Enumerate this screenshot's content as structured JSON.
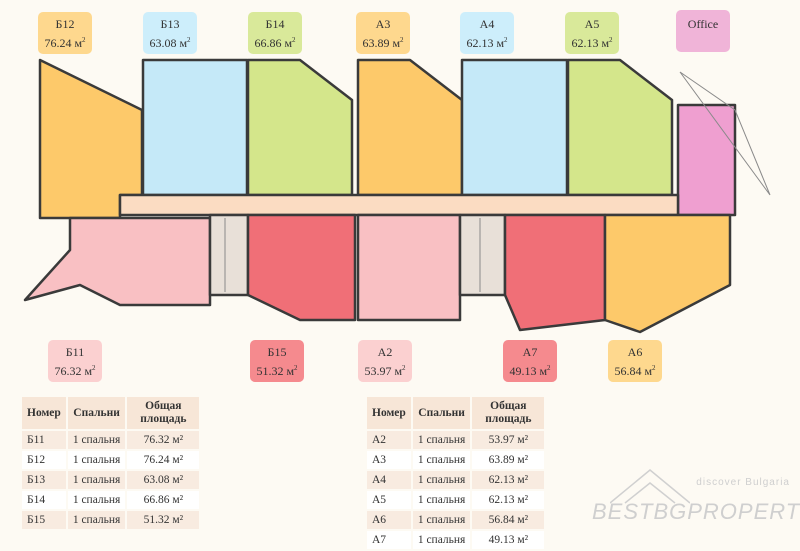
{
  "top_labels": [
    {
      "id": "Б12",
      "area": "76.24 м",
      "color": "#fed88e"
    },
    {
      "id": "Б13",
      "area": "63.08 м",
      "color": "#cdeefb"
    },
    {
      "id": "Б14",
      "area": "66.86 м",
      "color": "#d9e99a"
    },
    {
      "id": "А3",
      "area": "63.89 м",
      "color": "#fed88e"
    },
    {
      "id": "А4",
      "area": "62.13 м",
      "color": "#cdeefb"
    },
    {
      "id": "А5",
      "area": "62.13 м",
      "color": "#d9e99a"
    },
    {
      "id": "Office",
      "area": "",
      "color": "#f0b4d8"
    }
  ],
  "bottom_labels": [
    {
      "id": "Б11",
      "area": "76.32 м",
      "color": "#fbd0d0"
    },
    {
      "id": "Б15",
      "area": "51.32 м",
      "color": "#f58a8e"
    },
    {
      "id": "А2",
      "area": "53.97 м",
      "color": "#fbd0d0"
    },
    {
      "id": "А7",
      "area": "49.13 м",
      "color": "#f58a8e"
    },
    {
      "id": "А6",
      "area": "56.84 м",
      "color": "#fed88e"
    }
  ],
  "sup": "2",
  "table_b": {
    "headers": [
      "Номер",
      "Спальни",
      "Общая площадь"
    ],
    "rows": [
      [
        "Б11",
        "1 спальня",
        "76.32 м²"
      ],
      [
        "Б12",
        "1 спальня",
        "76.24 м²"
      ],
      [
        "Б13",
        "1 спальня",
        "63.08 м²"
      ],
      [
        "Б14",
        "1 спальня",
        "66.86 м²"
      ],
      [
        "Б15",
        "1 спальня",
        "51.32 м²"
      ]
    ]
  },
  "table_a": {
    "headers": [
      "Номер",
      "Спальни",
      "Общая площадь"
    ],
    "rows": [
      [
        "А2",
        "1 спальня",
        "53.97 м²"
      ],
      [
        "А3",
        "1 спальня",
        "63.89 м²"
      ],
      [
        "А4",
        "1 спальня",
        "62.13 м²"
      ],
      [
        "А5",
        "1 спальня",
        "62.13 м²"
      ],
      [
        "А6",
        "1 спальня",
        "56.84 м²"
      ],
      [
        "А7",
        "1 спальня",
        "49.13 м²"
      ]
    ]
  },
  "logo": {
    "tagline": "discover Bulgaria",
    "name": "BESTBGPROPERTIES"
  }
}
